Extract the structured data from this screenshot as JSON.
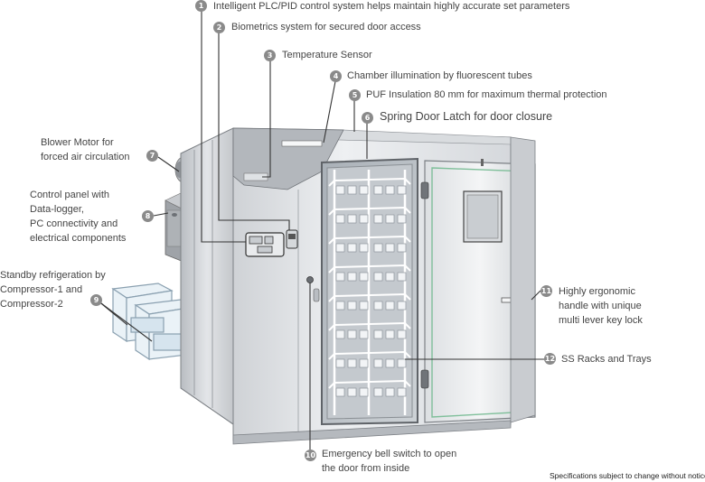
{
  "callouts": [
    {
      "n": "1",
      "text": "Intelligent PLC/PID control system helps maintain highly accurate set parameters"
    },
    {
      "n": "2",
      "text": "Biometrics system for secured door access"
    },
    {
      "n": "3",
      "text": "Temperature Sensor"
    },
    {
      "n": "4",
      "text": "Chamber illumination by fluorescent tubes"
    },
    {
      "n": "5",
      "text": "PUF Insulation 80 mm for maximum thermal protection"
    },
    {
      "n": "6",
      "text": "Spring Door Latch for door closure"
    },
    {
      "n": "7",
      "lines": [
        "Blower Motor for",
        "forced air circulation"
      ]
    },
    {
      "n": "8",
      "lines": [
        "Control panel with",
        "Data-logger,",
        "PC connectivity and",
        "electrical components"
      ]
    },
    {
      "n": "9",
      "lines": [
        "Standby refrigeration by",
        "Compressor-1 and",
        "Compressor-2"
      ]
    },
    {
      "n": "10",
      "lines": [
        "Emergency bell switch to open",
        "the door from inside"
      ]
    },
    {
      "n": "11",
      "lines": [
        "Highly ergonomic",
        "handle with unique",
        "multi lever key lock"
      ]
    },
    {
      "n": "12",
      "text": "SS Racks and Trays"
    }
  ],
  "notice": "Specifications subject to change without notice",
  "colors": {
    "steel_light": "#e6e8ea",
    "steel_mid": "#c9ccd0",
    "steel_dark": "#9ea2a7",
    "callout_circle": "#8a8a8a",
    "leader_line": "#333333"
  }
}
